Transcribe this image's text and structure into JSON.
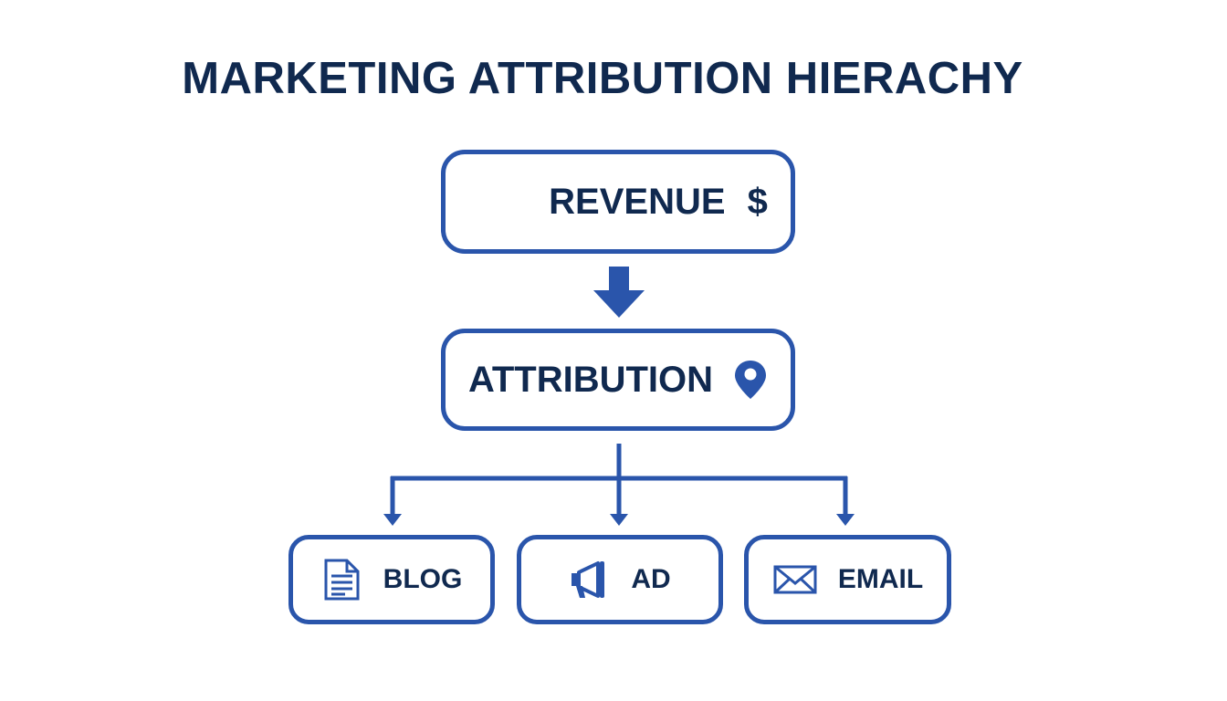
{
  "title": "MARKETING ATTRIBUTION HIERACHY",
  "colors": {
    "primary_blue": "#2a55ab",
    "text_navy": "#10294f",
    "background": "#ffffff"
  },
  "nodes": {
    "revenue": {
      "label": "REVENUE",
      "symbol": "$",
      "icon": "dollar-icon"
    },
    "attribution": {
      "label": "ATTRIBUTION",
      "icon": "map-pin-icon"
    },
    "children": [
      {
        "label": "BLOG",
        "icon": "document-icon"
      },
      {
        "label": "AD",
        "icon": "megaphone-icon"
      },
      {
        "label": "EMAIL",
        "icon": "envelope-icon"
      }
    ]
  }
}
